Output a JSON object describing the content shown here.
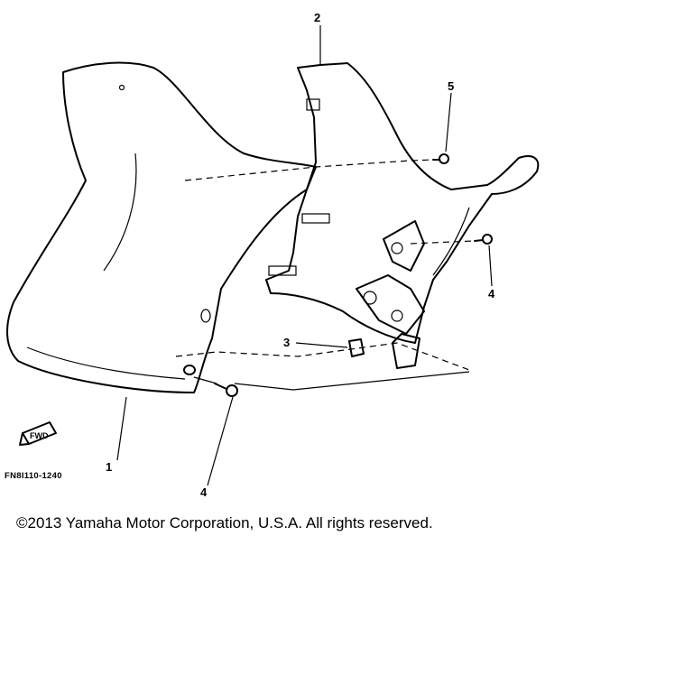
{
  "diagram": {
    "callouts": [
      {
        "id": "c2",
        "label": "2"
      },
      {
        "id": "c5",
        "label": "5"
      },
      {
        "id": "c4a",
        "label": "4"
      },
      {
        "id": "c3",
        "label": "3"
      },
      {
        "id": "c1",
        "label": "1"
      },
      {
        "id": "c4b",
        "label": "4"
      }
    ],
    "part_code": "FN8I110-1240",
    "fwd_label": "FWD"
  },
  "copyright": "©2013 Yamaha Motor Corporation, U.S.A. All rights reserved."
}
